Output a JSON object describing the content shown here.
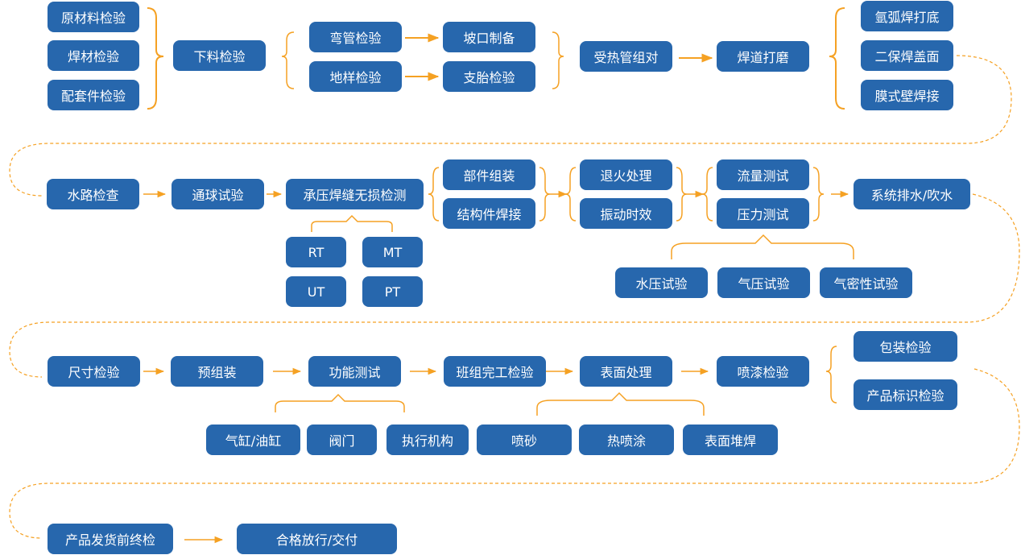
{
  "colors": {
    "node": "#2767ad",
    "text": "#ffffff",
    "connector": "#f5a123"
  },
  "nodes": {
    "raw_material": "原材料检验",
    "welding_material": "焊材检验",
    "parts": "配套件检验",
    "blanking": "下料检验",
    "bending": "弯管检验",
    "ground_sample": "地样检验",
    "bevel": "坡口制备",
    "support": "支胎检验",
    "heated_tube": "受热管组对",
    "weld_grind": "焊道打磨",
    "argon_arc": "氩弧焊打底",
    "co2_cover": "二保焊盖面",
    "membrane_wall": "膜式壁焊接",
    "waterway": "水路检查",
    "ball_test": "通球试验",
    "ndt": "承压焊缝无损检测",
    "rt": "RT",
    "mt": "MT",
    "ut": "UT",
    "pt": "PT",
    "component_assembly": "部件组装",
    "structural_weld": "结构件焊接",
    "annealing": "退火处理",
    "vibration_aging": "振动时效",
    "flow_test": "流量测试",
    "pressure_test": "压力测试",
    "hydro_test": "水压试验",
    "pneumatic_test": "气压试验",
    "leak_test": "气密性试验",
    "drain_blow": "系统排水/吹水",
    "dimension": "尺寸检验",
    "pre_assembly": "预组装",
    "function_test": "功能测试",
    "cylinder": "气缸/油缸",
    "valve": "阀门",
    "actuator": "执行机构",
    "team_complete": "班组完工检验",
    "surface_treatment": "表面处理",
    "shot_blast": "喷砂",
    "thermal_spray": "热喷涂",
    "surface_overlay": "表面堆焊",
    "paint_inspection": "喷漆检验",
    "packaging": "包装检验",
    "product_marking": "产品标识检验",
    "final_inspection": "产品发货前终检",
    "release": "合格放行/交付"
  }
}
